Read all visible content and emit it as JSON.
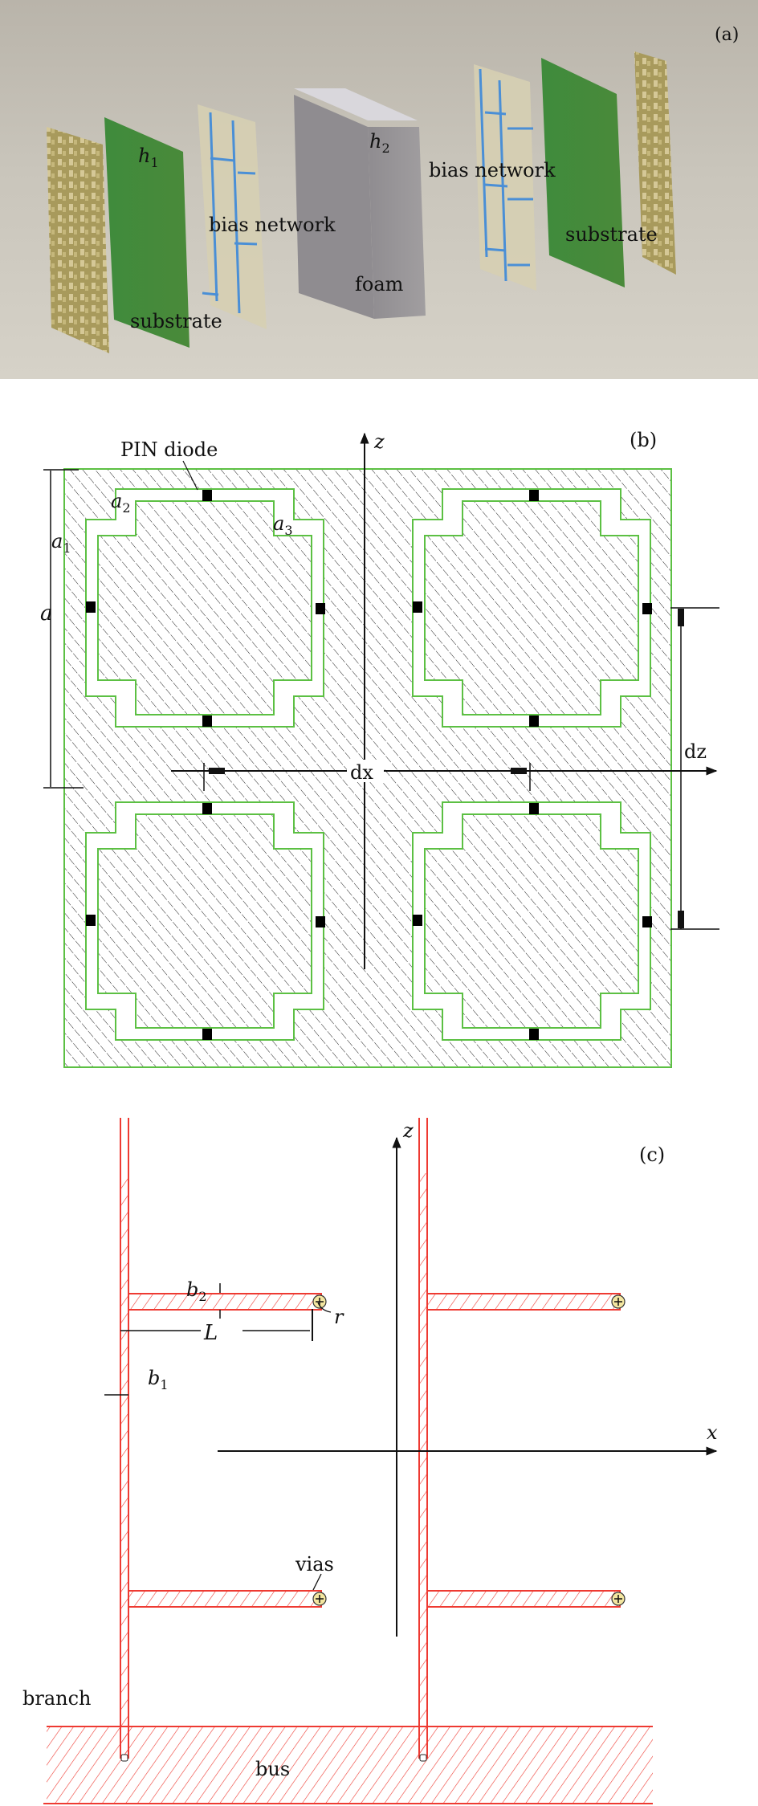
{
  "figure": {
    "panels": [
      {
        "id": "a",
        "tag": "(a)",
        "labels": {
          "h1": "h",
          "h1_sub": "1",
          "h2": "h",
          "h2_sub": "2",
          "bias_network_left": "bias network",
          "bias_network_right": "bias network",
          "substrate_left": "substrate",
          "substrate_right": "substrate",
          "foam": "foam"
        },
        "colors": {
          "substrate": "#3f8a3a",
          "metal_layer": "#a99a5a",
          "foam": "#9d9a9c",
          "bias_trace": "#4a8fd6",
          "background": "#c9c5bb"
        }
      },
      {
        "id": "b",
        "tag": "(b)",
        "labels": {
          "pin_diode": "PIN diode",
          "a": "a",
          "a1": "a",
          "a1_sub": "1",
          "a2": "a",
          "a2_sub": "2",
          "a3": "a",
          "a3_sub": "3",
          "axis_z": "z",
          "dx": "dx",
          "dz": "dz"
        },
        "cells": 4,
        "diodes_per_cell": 4,
        "colors": {
          "outline": "#5cc043",
          "hatch": "#222222",
          "diode": "#000000"
        }
      },
      {
        "id": "c",
        "tag": "(c)",
        "labels": {
          "axis_z": "z",
          "axis_x": "x",
          "b1": "b",
          "b1_sub": "1",
          "b2": "b",
          "b2_sub": "2",
          "L": "L",
          "r": "r",
          "vias": "vias",
          "branch": "branch",
          "bus": "bus"
        },
        "branches": 2,
        "stubs_per_branch": 2,
        "colors": {
          "trace": "#ee3a32",
          "via_fill": "#f3e6a0"
        }
      }
    ]
  }
}
